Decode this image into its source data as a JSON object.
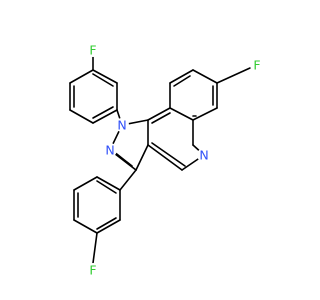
{
  "molecule": {
    "colors": {
      "bond": "#000000",
      "fluorine": "#33cc33",
      "nitrogen": "#3050f8",
      "background": "#ffffff"
    },
    "atoms": [
      {
        "id": "F_top",
        "label": "F",
        "element": "fluorine"
      },
      {
        "id": "F_right",
        "label": "F",
        "element": "fluorine"
      },
      {
        "id": "F_bottom",
        "label": "F",
        "element": "fluorine"
      },
      {
        "id": "N1",
        "label": "N",
        "element": "nitrogen"
      },
      {
        "id": "N2",
        "label": "N",
        "element": "nitrogen"
      },
      {
        "id": "N_quin",
        "label": "N",
        "element": "nitrogen"
      }
    ]
  }
}
